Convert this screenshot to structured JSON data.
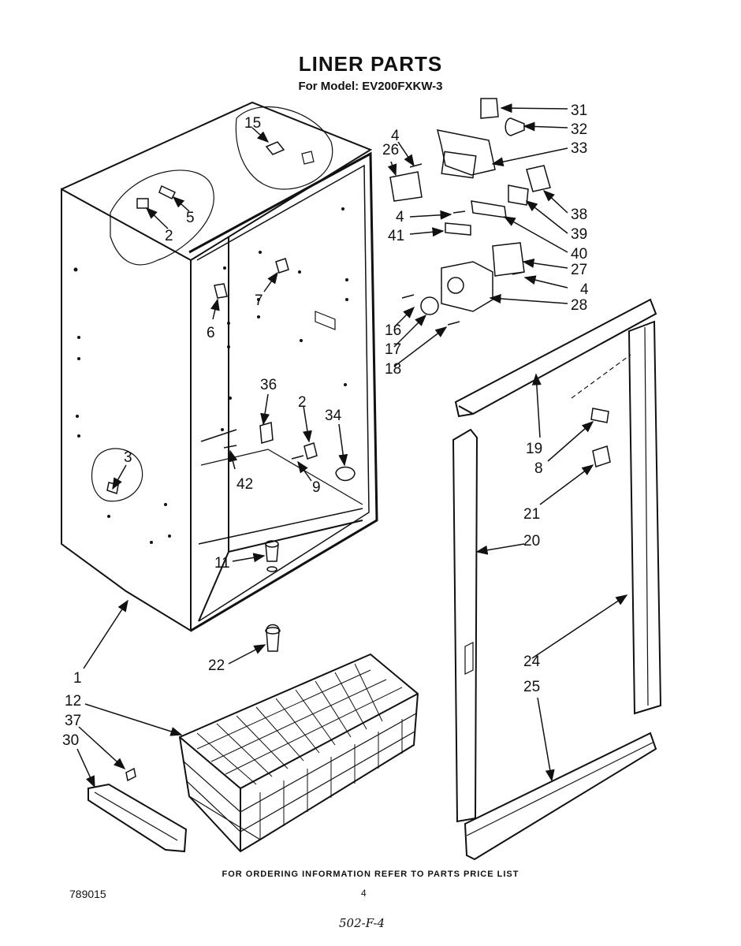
{
  "title": "LINER PARTS",
  "subtitle": "For Model: EV200FXKW-3",
  "footer": "FOR ORDERING INFORMATION REFER TO PARTS PRICE LIST",
  "doc_number": "789015",
  "page_number": "4",
  "handwritten_note": "502-F-4",
  "callouts": [
    {
      "id": "1",
      "label": "1"
    },
    {
      "id": "2a",
      "label": "2"
    },
    {
      "id": "2b",
      "label": "2"
    },
    {
      "id": "3",
      "label": "3"
    },
    {
      "id": "4a",
      "label": "4"
    },
    {
      "id": "4b",
      "label": "4"
    },
    {
      "id": "4c",
      "label": "4"
    },
    {
      "id": "5",
      "label": "5"
    },
    {
      "id": "6",
      "label": "6"
    },
    {
      "id": "7",
      "label": "7"
    },
    {
      "id": "8",
      "label": "8"
    },
    {
      "id": "9",
      "label": "9"
    },
    {
      "id": "11",
      "label": "11"
    },
    {
      "id": "12",
      "label": "12"
    },
    {
      "id": "15",
      "label": "15"
    },
    {
      "id": "16",
      "label": "16"
    },
    {
      "id": "17",
      "label": "17"
    },
    {
      "id": "18",
      "label": "18"
    },
    {
      "id": "19",
      "label": "19"
    },
    {
      "id": "20",
      "label": "20"
    },
    {
      "id": "21",
      "label": "21"
    },
    {
      "id": "22",
      "label": "22"
    },
    {
      "id": "24",
      "label": "24"
    },
    {
      "id": "25",
      "label": "25"
    },
    {
      "id": "26",
      "label": "26"
    },
    {
      "id": "27",
      "label": "27"
    },
    {
      "id": "28",
      "label": "28"
    },
    {
      "id": "30",
      "label": "30"
    },
    {
      "id": "31",
      "label": "31"
    },
    {
      "id": "32",
      "label": "32"
    },
    {
      "id": "33",
      "label": "33"
    },
    {
      "id": "34",
      "label": "34"
    },
    {
      "id": "36",
      "label": "36"
    },
    {
      "id": "37",
      "label": "37"
    },
    {
      "id": "38",
      "label": "38"
    },
    {
      "id": "39",
      "label": "39"
    },
    {
      "id": "40",
      "label": "40"
    },
    {
      "id": "41",
      "label": "41"
    },
    {
      "id": "42",
      "label": "42"
    }
  ]
}
